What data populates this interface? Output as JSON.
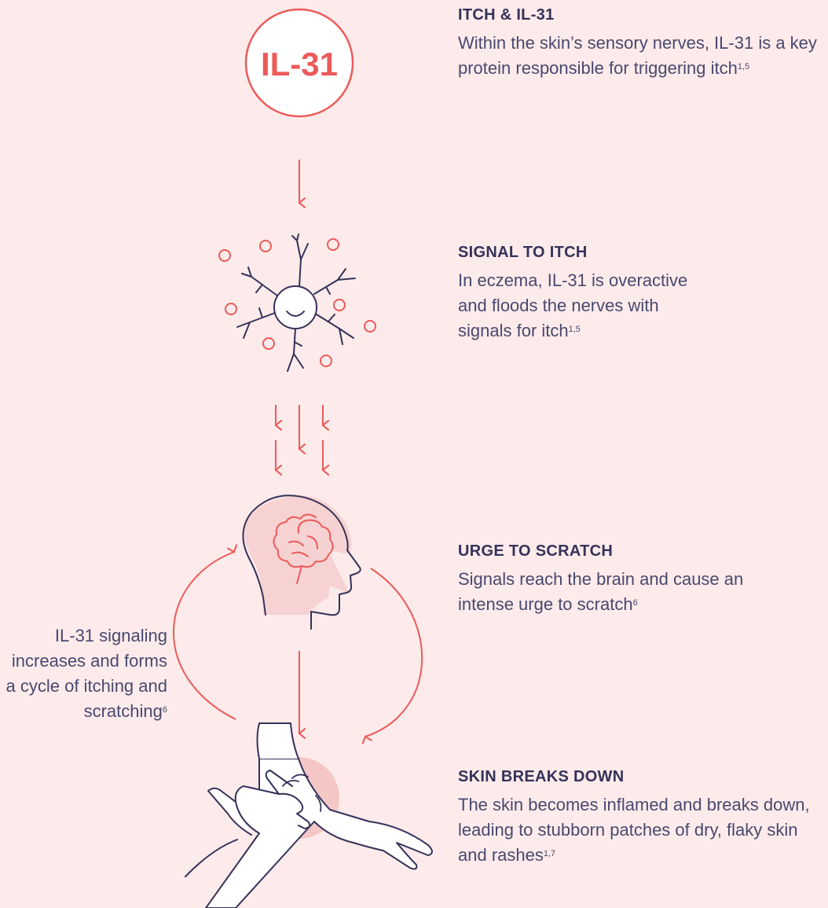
{
  "badge": {
    "text": "IL-31"
  },
  "steps": [
    {
      "title": "ITCH & IL-31",
      "body": "Within the skin’s sensory nerves, IL-31 is a key protein responsible for triggering itch",
      "ref": "1,5"
    },
    {
      "title": "SIGNAL TO ITCH",
      "body": "In eczema, IL-31 is overactive and floods the nerves with signals for itch",
      "ref": "1,5"
    },
    {
      "title": "URGE TO SCRATCH",
      "body": "Signals reach the brain and cause an intense urge to scratch",
      "ref": "6"
    },
    {
      "title": "SKIN BREAKS DOWN",
      "body": "The skin becomes inflamed and breaks down, leading to stubborn patches of dry, flaky skin and rashes",
      "ref": "1,7"
    }
  ],
  "cycle_note": {
    "text": "IL-31 signaling increases and forms a cycle of itching and scratching",
    "ref": "6"
  },
  "icons": [
    "il31-badge",
    "nerve-cell-icon",
    "head-brain-icon",
    "scratching-hands-icon"
  ],
  "colors": {
    "background": "#fcebea",
    "accent": "#ec5a5a",
    "ink": "#35325a",
    "tint": "#f7c9c9"
  }
}
